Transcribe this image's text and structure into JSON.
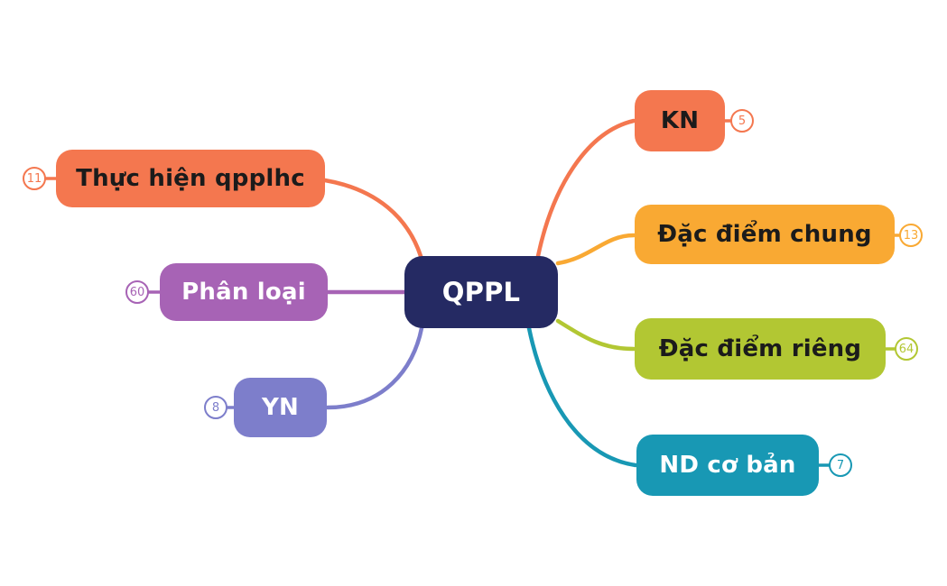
{
  "canvas": {
    "background": "#ffffff"
  },
  "root": {
    "label": "QPPL",
    "color": "#252A63",
    "text_color": "#ffffff"
  },
  "branches": [
    {
      "id": "thuc-hien-qpplhc",
      "label": "Thực hiện qpplhc",
      "count": "11",
      "side": "left",
      "color": "#F4774F",
      "text_color": "#1b1b1b"
    },
    {
      "id": "phan-loai",
      "label": "Phân loại",
      "count": "60",
      "side": "left",
      "color": "#A763B5",
      "text_color": "#ffffff"
    },
    {
      "id": "yn",
      "label": "YN",
      "count": "8",
      "side": "left",
      "color": "#7D7ECB",
      "text_color": "#ffffff"
    },
    {
      "id": "kn",
      "label": "KN",
      "count": "5",
      "side": "right",
      "color": "#F4774F",
      "text_color": "#1b1b1b"
    },
    {
      "id": "dac-diem-chung",
      "label": "Đặc điểm chung",
      "count": "13",
      "side": "right",
      "color": "#F9A933",
      "text_color": "#1b1b1b"
    },
    {
      "id": "dac-diem-rieng",
      "label": "Đặc điểm riêng",
      "count": "64",
      "side": "right",
      "color": "#B2C733",
      "text_color": "#1b1b1b"
    },
    {
      "id": "nd-co-ban",
      "label": "ND cơ bản",
      "count": "7",
      "side": "right",
      "color": "#1898B4",
      "text_color": "#ffffff"
    }
  ]
}
